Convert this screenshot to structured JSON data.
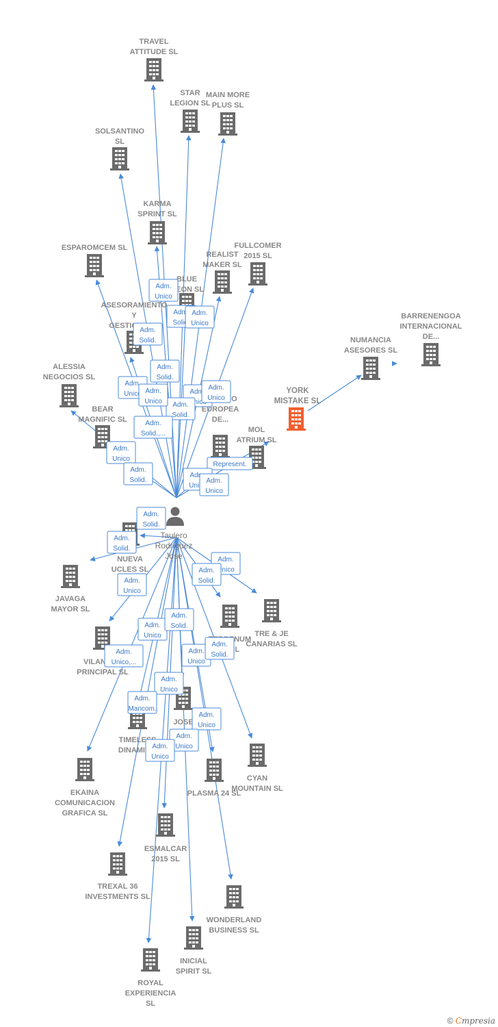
{
  "person": {
    "lines": [
      "Taulero",
      "Rodriguez",
      "Jose"
    ]
  },
  "colors": {
    "edge": "#4a8ad8",
    "building": "#6b6b6b",
    "highlight": "#f06030"
  },
  "nodes": [
    {
      "id": "travel",
      "lines": [
        "TRAVEL",
        "ATTITUDE  SL"
      ]
    },
    {
      "id": "star",
      "lines": [
        "STAR",
        "LEGION  SL"
      ]
    },
    {
      "id": "mainmore",
      "lines": [
        "MAIN MORE",
        "PLUS  SL"
      ]
    },
    {
      "id": "solsantino",
      "lines": [
        "SOLSANTINO",
        "SL"
      ]
    },
    {
      "id": "karma",
      "lines": [
        "KARMA",
        "SPRINT  SL"
      ]
    },
    {
      "id": "esparomcem",
      "lines": [
        "ESPAROMCEM SL"
      ]
    },
    {
      "id": "fullcomer",
      "lines": [
        "FULLCOMER",
        "2015  SL"
      ]
    },
    {
      "id": "realist",
      "lines": [
        "REALIST",
        "MAKER  SL"
      ]
    },
    {
      "id": "blue",
      "lines": [
        "BLUE",
        "...EON  SL"
      ]
    },
    {
      "id": "asesoram",
      "lines": [
        "ASESORAMIENTO",
        "Y",
        "GESTIONES..."
      ]
    },
    {
      "id": "barreneng",
      "lines": [
        "BARRENENGOA",
        "INTERNACIONAL",
        "DE..."
      ]
    },
    {
      "id": "numancia",
      "lines": [
        "NUMANCIA",
        "ASESORES  SL"
      ]
    },
    {
      "id": "alessia",
      "lines": [
        "ALESSIA",
        "NEGOCIOS  SL"
      ]
    },
    {
      "id": "york",
      "lines": [
        "YORK",
        "MISTAKE  SL"
      ]
    },
    {
      "id": "hispano",
      "lines": [
        "HISPANO",
        "EUROPEA",
        "DE..."
      ]
    },
    {
      "id": "bear",
      "lines": [
        "BEAR",
        "MAGNIFIC  SL"
      ]
    },
    {
      "id": "mol",
      "lines": [
        "MOL",
        "ATRIUM  SL"
      ]
    },
    {
      "id": "nueva",
      "lines": [
        "NUEVA",
        "UCLES  SL"
      ]
    },
    {
      "id": "javaga",
      "lines": [
        "JAVAGA",
        "MAYOR  SL"
      ]
    },
    {
      "id": "trejje",
      "lines": [
        "TRE & JE",
        "CANARIAS  SL"
      ]
    },
    {
      "id": "terrenum",
      "lines": [
        "TERRENUM",
        "CIVIL"
      ]
    },
    {
      "id": "vilanova",
      "lines": [
        "VILANOVA",
        "PRINCIPAL  SL"
      ]
    },
    {
      "id": "jose",
      "lines": [
        "JOSE",
        "MOLI...",
        "SL"
      ]
    },
    {
      "id": "timeless",
      "lines": [
        "TIMELESS",
        "DINAMIC..."
      ]
    },
    {
      "id": "ekaina",
      "lines": [
        "EKAINA",
        "COMUNICACION",
        "GRAFICA  SL"
      ]
    },
    {
      "id": "cyan",
      "lines": [
        "CYAN",
        "MOUNTAIN  SL"
      ]
    },
    {
      "id": "plasma",
      "lines": [
        "PLASMA 24 SL"
      ]
    },
    {
      "id": "esmalcar",
      "lines": [
        "ESMALCAR",
        "2015  SL"
      ]
    },
    {
      "id": "trexal",
      "lines": [
        "TREXAL 36",
        "INVESTMENTS SL"
      ]
    },
    {
      "id": "wonderland",
      "lines": [
        "WONDERLAND",
        "BUSINESS  SL"
      ]
    },
    {
      "id": "inicial",
      "lines": [
        "INICIAL",
        "SPIRIT  SL"
      ]
    },
    {
      "id": "royal",
      "lines": [
        "ROYAL",
        "EXPERIENCIA",
        "SL"
      ]
    }
  ],
  "edge_labels": [
    {
      "lines": [
        "Adm.",
        "Unico"
      ]
    },
    {
      "lines": [
        "Adm.",
        "Solid."
      ]
    },
    {
      "lines": [
        "Adm.",
        "Unico"
      ]
    },
    {
      "lines": [
        "Adm.",
        "Solid."
      ]
    },
    {
      "lines": [
        "Adm.",
        "Solid."
      ]
    },
    {
      "lines": [
        "Adm.",
        "Unico"
      ]
    },
    {
      "lines": [
        "Adm.",
        "Unico"
      ]
    },
    {
      "lines": [
        "Adm.",
        "Unico"
      ]
    },
    {
      "lines": [
        "Adm.",
        "Solid."
      ]
    },
    {
      "lines": [
        "Adm.",
        "Unico"
      ]
    },
    {
      "lines": [
        "Adm.",
        "Solid.,..."
      ]
    },
    {
      "lines": [
        "Adm.",
        "Unico"
      ]
    },
    {
      "lines": [
        "Adm.",
        "Solid."
      ]
    },
    {
      "lines": [
        "Represent."
      ]
    },
    {
      "lines": [
        "Adm.",
        "Unico"
      ]
    },
    {
      "lines": [
        "Adm.",
        "Unico"
      ]
    },
    {
      "lines": [
        "Adm.",
        "Solid."
      ]
    },
    {
      "lines": [
        "Adm.",
        "Solid."
      ]
    },
    {
      "lines": [
        "Adm.",
        "Unico"
      ]
    },
    {
      "lines": [
        "Adm.",
        "Solid."
      ]
    },
    {
      "lines": [
        "Adm.",
        "Unico"
      ]
    },
    {
      "lines": [
        "Adm.",
        "Unico"
      ]
    },
    {
      "lines": [
        "Adm.",
        "Solid."
      ]
    },
    {
      "lines": [
        "Adm.",
        "Unico"
      ]
    },
    {
      "lines": [
        "Adm.",
        "Solid."
      ]
    },
    {
      "lines": [
        "Adm.",
        "Unico,..."
      ]
    },
    {
      "lines": [
        "Adm.",
        "Unico"
      ]
    },
    {
      "lines": [
        "Adm.",
        "Mancom."
      ]
    },
    {
      "lines": [
        "Adm.",
        "Unico"
      ]
    },
    {
      "lines": [
        "Adm.",
        "Unico"
      ]
    },
    {
      "lines": [
        "Adm.",
        "Unico"
      ]
    }
  ],
  "brand": {
    "copyright": "©",
    "e": "C",
    "rest": "mpresia"
  }
}
